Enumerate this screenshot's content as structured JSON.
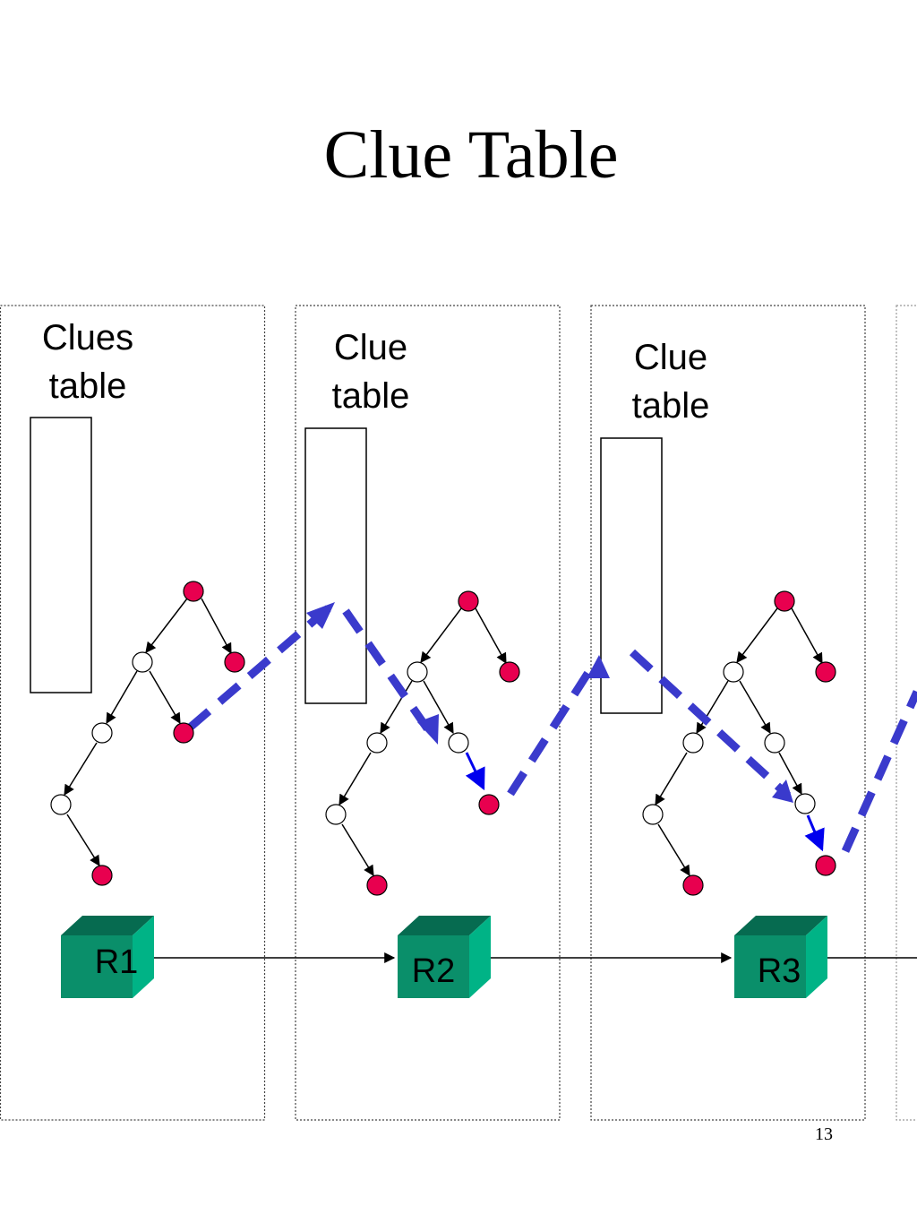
{
  "slide": {
    "title": "Clue Table",
    "page_number": "13"
  },
  "panels": [
    {
      "label_line1": "Clues",
      "label_line2": "table",
      "router": "R1"
    },
    {
      "label_line1": "Clue",
      "label_line2": "table",
      "router": "R2"
    },
    {
      "label_line1": "Clue",
      "label_line2": "table",
      "router": "R3"
    }
  ],
  "colors": {
    "leaf_node": "#e8004f",
    "inner_node": "#ffffff",
    "search_path": "#3a3acc",
    "final_step": "#0000ee",
    "router_front": "#0a8f6a",
    "router_top": "#066b50",
    "router_side": "#00b386"
  }
}
